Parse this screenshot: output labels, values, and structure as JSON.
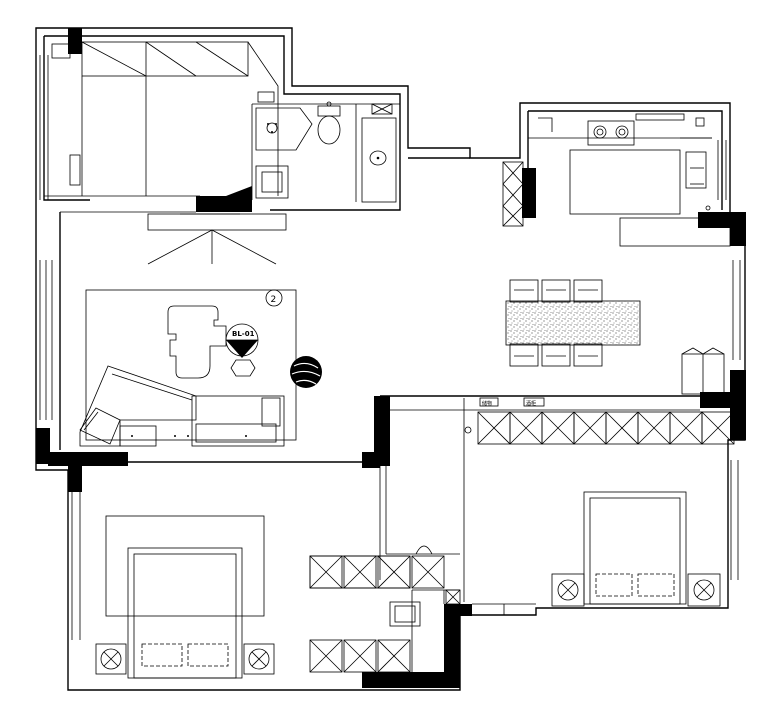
{
  "plan": {
    "living_badge": "2",
    "elevation_tag": "BL-01",
    "cabinet_label_1": "储物",
    "cabinet_label_2": "酒柜"
  },
  "colors": {
    "ink": "#000000",
    "paper": "#ffffff"
  },
  "icons": [
    "toilet-icon",
    "sink-icon",
    "shower-icon",
    "washer-icon",
    "stove-icon",
    "bed-icon",
    "lamp-icon",
    "sofa-icon",
    "dining-table-icon",
    "plant-icon"
  ]
}
